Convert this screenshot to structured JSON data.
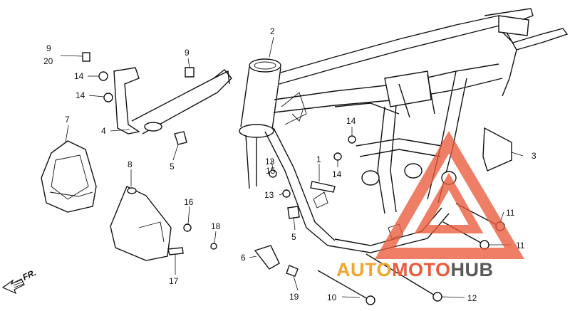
{
  "part_numbers": [
    "2",
    "9",
    "20",
    "14",
    "14",
    "9",
    "7",
    "4",
    "5",
    "8",
    "16",
    "18",
    "17",
    "6",
    "19",
    "13",
    "15",
    "13",
    "1",
    "14",
    "14",
    "5",
    "10",
    "3",
    "11",
    "11",
    "12"
  ],
  "direction_label": "FR.",
  "watermark": {
    "text_a": "AUTO",
    "text_b": "MOTO",
    "text_c": "HUB",
    "color_a": "#f2a52f",
    "color_b": "#e95b3b",
    "color_c": "#5a5a5a"
  }
}
